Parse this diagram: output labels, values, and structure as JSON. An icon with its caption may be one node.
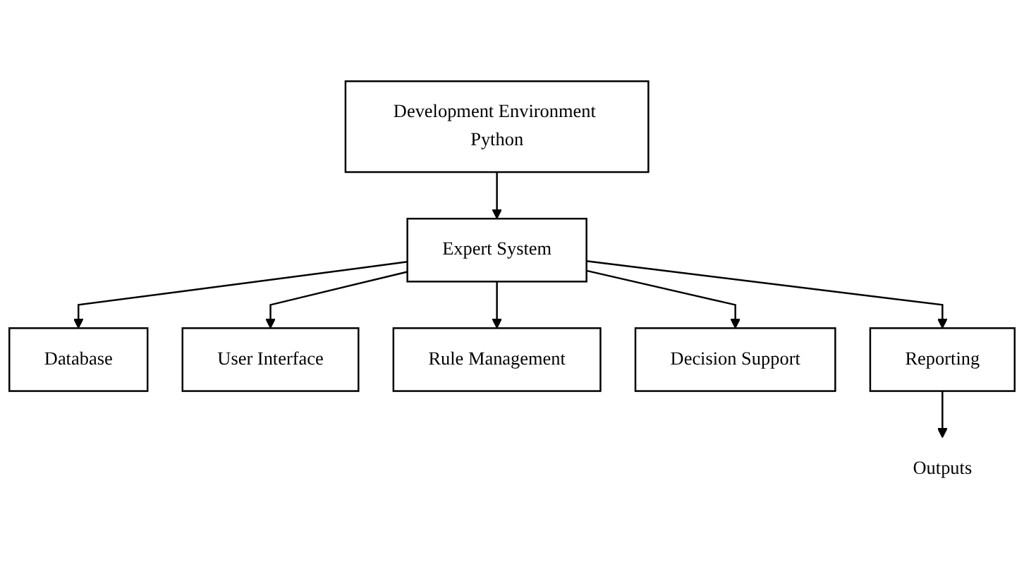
{
  "diagram": {
    "nodes": [
      {
        "text": [
          "Development Environment Python"
        ]
      },
      {
        "text": [
          "Expert System"
        ]
      },
      {
        "text": [
          "Database"
        ]
      },
      {
        "text": [
          "User Interface"
        ]
      },
      {
        "text": [
          "Rule Management"
        ]
      },
      {
        "text": [
          "Decision Support"
        ]
      },
      {
        "text": [
          "Reporting"
        ]
      },
      {
        "text": [
          "Outputs"
        ]
      }
    ],
    "edges": [
      {
        "from": 0,
        "to": 1,
        "arrow": "to"
      },
      {
        "from": 1,
        "to": 2,
        "arrow": "to"
      },
      {
        "from": 1,
        "to": 3,
        "arrow": "to"
      },
      {
        "from": 1,
        "to": 4,
        "arrow": "to"
      },
      {
        "from": 1,
        "to": 5,
        "arrow": "to"
      },
      {
        "from": 1,
        "to": 6,
        "arrow": "to"
      },
      {
        "from": 6,
        "to": 7,
        "arrow": "to"
      }
    ]
  }
}
